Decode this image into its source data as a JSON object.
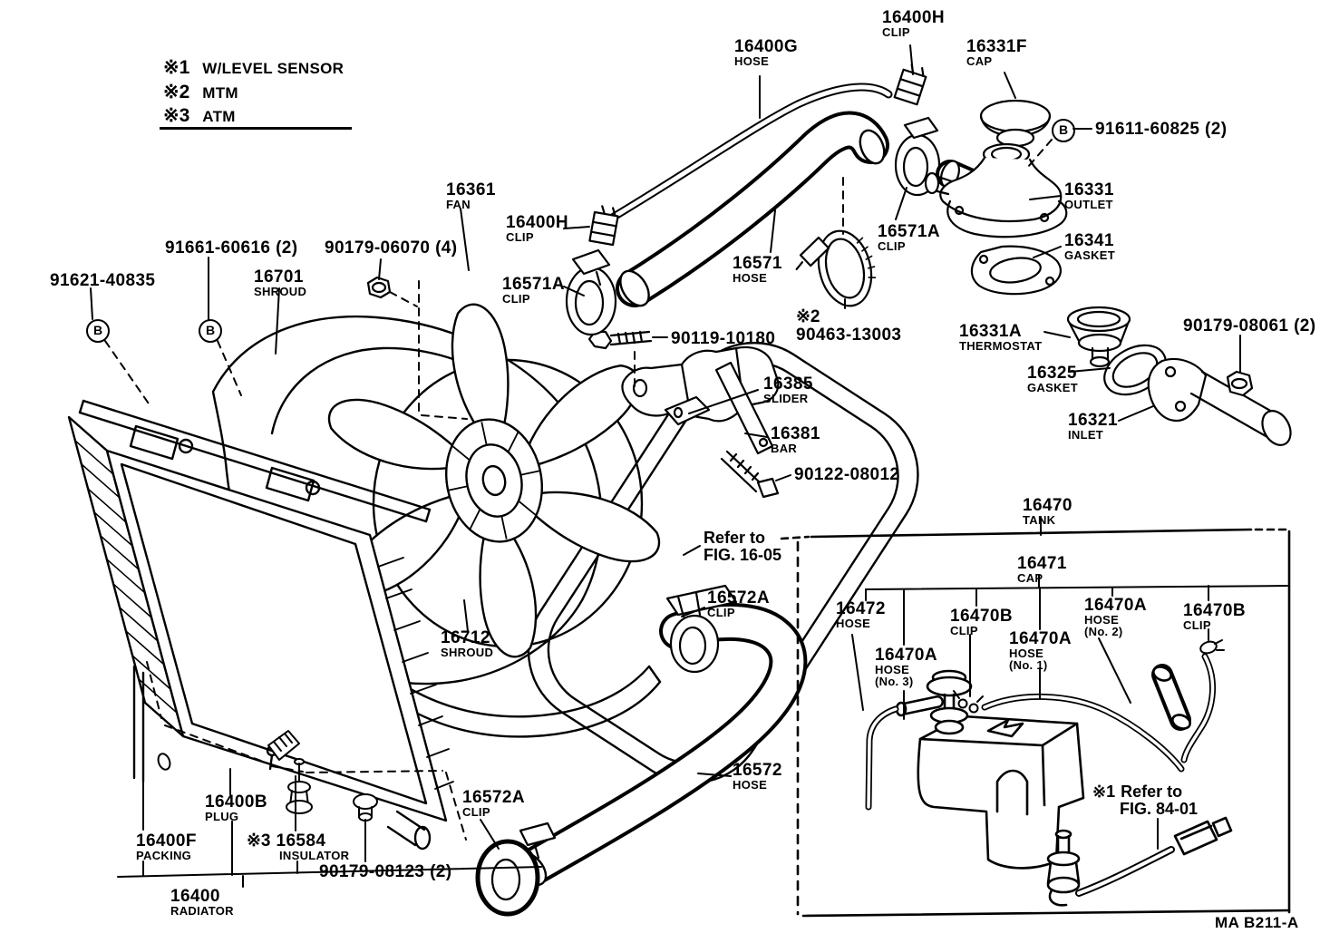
{
  "legend": {
    "items": [
      {
        "symbol": "※1",
        "label": "W/LEVEL SENSOR"
      },
      {
        "symbol": "※2",
        "label": "MTM"
      },
      {
        "symbol": "※3",
        "label": "ATM"
      }
    ]
  },
  "markers": {
    "b": "B"
  },
  "callouts": {
    "clip16400h_top": {
      "num": "16400H",
      "sub": "CLIP"
    },
    "hose16400g": {
      "num": "16400G",
      "sub": "HOSE"
    },
    "cap16331f": {
      "num": "16331F",
      "sub": "CAP"
    },
    "bolt91611": {
      "num": "91611-60825 (2)"
    },
    "outlet16331": {
      "num": "16331",
      "sub": "OUTLET"
    },
    "gasket16341": {
      "num": "16341",
      "sub": "GASKET"
    },
    "fan16361": {
      "num": "16361",
      "sub": "FAN"
    },
    "clip16400h_mid": {
      "num": "16400H",
      "sub": "CLIP"
    },
    "clip16571a_left": {
      "num": "16571A",
      "sub": "CLIP"
    },
    "hose16571": {
      "num": "16571",
      "sub": "HOSE"
    },
    "clip16571a_right": {
      "num": "16571A",
      "sub": "CLIP"
    },
    "clamp90463": {
      "pre": "※2",
      "num": "90463-13003"
    },
    "thermostat16331a": {
      "num": "16331A",
      "sub": "THERMOSTAT"
    },
    "nut90179_08061": {
      "num": "90179-08061 (2)"
    },
    "gasket16325": {
      "num": "16325",
      "sub": "GASKET"
    },
    "inlet16321": {
      "num": "16321",
      "sub": "INLET"
    },
    "bolt91621": {
      "num": "91621-40835"
    },
    "bolt91661": {
      "num": "91661-60616 (2)"
    },
    "shroud16701": {
      "num": "16701",
      "sub": "SHROUD"
    },
    "nut90179_06070": {
      "num": "90179-06070 (4)"
    },
    "bolt90119": {
      "num": "90119-10180"
    },
    "slider16385": {
      "num": "16385",
      "sub": "SLIDER"
    },
    "bar16381": {
      "num": "16381",
      "sub": "BAR"
    },
    "bolt90122": {
      "num": "90122-08012"
    },
    "tank16470": {
      "num": "16470",
      "sub": "TANK"
    },
    "cap16471": {
      "num": "16471",
      "sub": "CAP"
    },
    "hose16472": {
      "num": "16472",
      "sub": "HOSE"
    },
    "hose16470a_no3": {
      "num": "16470A",
      "sub": "HOSE",
      "sub2": "(No. 3)"
    },
    "clip16470b_left": {
      "num": "16470B",
      "sub": "CLIP"
    },
    "hose16470a_no1": {
      "num": "16470A",
      "sub": "HOSE",
      "sub2": "(No. 1)"
    },
    "hose16470a_no2": {
      "num": "16470A",
      "sub": "HOSE",
      "sub2": "(No. 2)"
    },
    "clip16470b_right": {
      "num": "16470B",
      "sub": "CLIP"
    },
    "clip16572a_top": {
      "num": "16572A",
      "sub": "CLIP"
    },
    "shroud16712": {
      "num": "16712",
      "sub": "SHROUD"
    },
    "hose16572": {
      "num": "16572",
      "sub": "HOSE"
    },
    "clip16572a_bottom": {
      "num": "16572A",
      "sub": "CLIP"
    },
    "plug16400b": {
      "num": "16400B",
      "sub": "PLUG"
    },
    "packing16400f": {
      "num": "16400F",
      "sub": "PACKING"
    },
    "insulator16584": {
      "pre": "※3",
      "num": "16584",
      "sub": "INSULATOR"
    },
    "nut90179_08123": {
      "num": "90179-08123 (2)"
    },
    "radiator16400": {
      "num": "16400",
      "sub": "RADIATOR"
    }
  },
  "notes": {
    "fig1605": {
      "line1": "Refer to",
      "line2": "FIG. 16-05"
    },
    "fig8401": {
      "pre": "※1",
      "line1": "Refer to",
      "line2": "FIG. 84-01"
    }
  },
  "footer": {
    "code": "MA B211-A"
  }
}
